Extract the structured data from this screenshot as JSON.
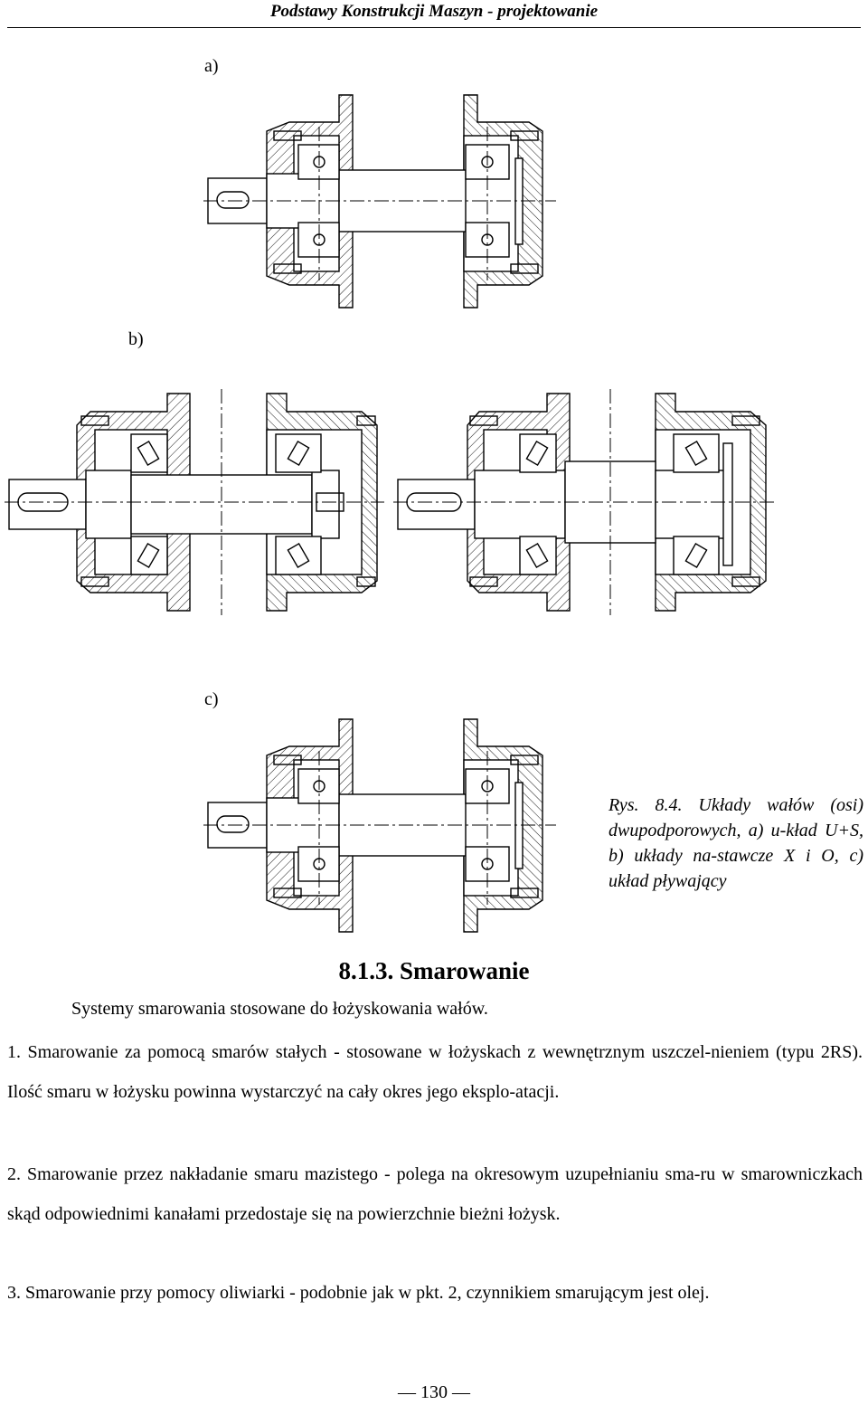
{
  "header": {
    "title": "Podstawy Konstrukcji Maszyn - projektowanie"
  },
  "figure": {
    "label_a": "a)",
    "label_b": "b)",
    "label_c": "c)",
    "caption": "Rys. 8.4. Układy wałów (osi) dwupodporowych, a) u-kład U+S, b) układy na-stawcze X i O, c) układ pływający"
  },
  "section": {
    "title": "8.1.3. Smarowanie",
    "intro": "Systemy smarowania stosowane do łożyskowania wałów.",
    "items": [
      "1. Smarowanie za pomocą smarów stałych - stosowane w łożyskach z wewnętrznym uszczel-nieniem (typu 2RS). Ilość smaru w łożysku powinna wystarczyć na cały okres jego eksplo-atacji.",
      "2. Smarowanie przez nakładanie smaru mazistego - polega na okresowym uzupełnianiu sma-ru w smarowniczkach skąd odpowiednimi kanałami przedostaje się na powierzchnie bieżni łożysk.",
      "3. Smarowanie przy pomocy oliwiarki - podobnie jak w pkt. 2, czynnikiem smarującym jest olej."
    ]
  },
  "page_number": "— 130 —"
}
